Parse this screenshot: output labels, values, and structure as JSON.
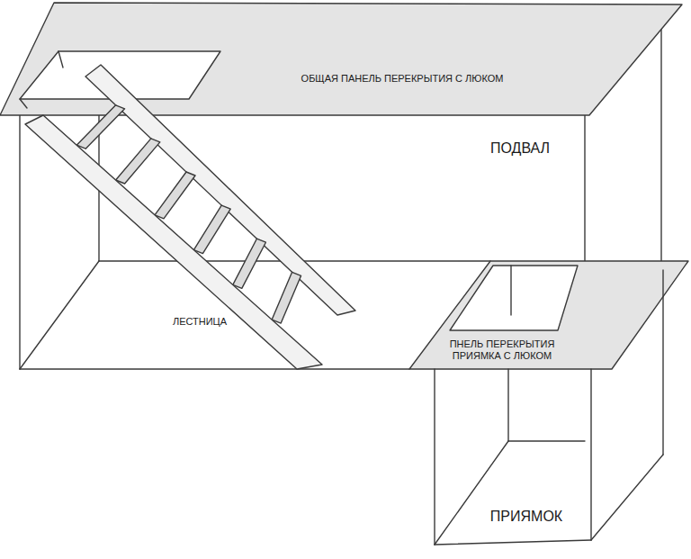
{
  "diagram": {
    "labels": [
      "ОБЩАЯ ПАНЕЛЬ ПЕРЕКРЫТИЯ С ЛЮКОМ",
      "ПОДВАЛ",
      "ЛЕСТНИЦА",
      "ПНЕЛЬ ПЕРЕКРЫТИЯ ПРИЯМКА С ЛЮКОМ",
      "ПРИЯМОК"
    ]
  }
}
